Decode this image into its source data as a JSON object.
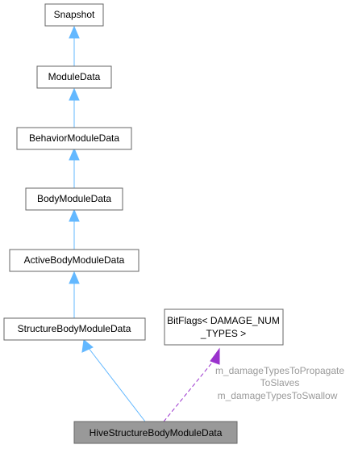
{
  "colors": {
    "inheritance_edge": "#63b8ff",
    "usage_edge": "#9a32cd",
    "node_border": "#666666",
    "highlight_fill": "#999999",
    "edge_label": "#9a9a9a"
  },
  "nodes": {
    "snapshot": "Snapshot",
    "module_data": "ModuleData",
    "behavior_module_data": "BehaviorModuleData",
    "body_module_data": "BodyModuleData",
    "active_body_module_data": "ActiveBodyModuleData",
    "structure_body_module_data": "StructureBodyModuleData",
    "bitflags_line1": "BitFlags< DAMAGE_NUM",
    "bitflags_line2": "_TYPES >",
    "hive_structure_body_module_data": "HiveStructureBodyModuleData"
  },
  "edge_labels": {
    "label_line1": "m_damageTypesToPropagate",
    "label_line2": "ToSlaves",
    "label_line3": "m_damageTypesToSwallow"
  }
}
